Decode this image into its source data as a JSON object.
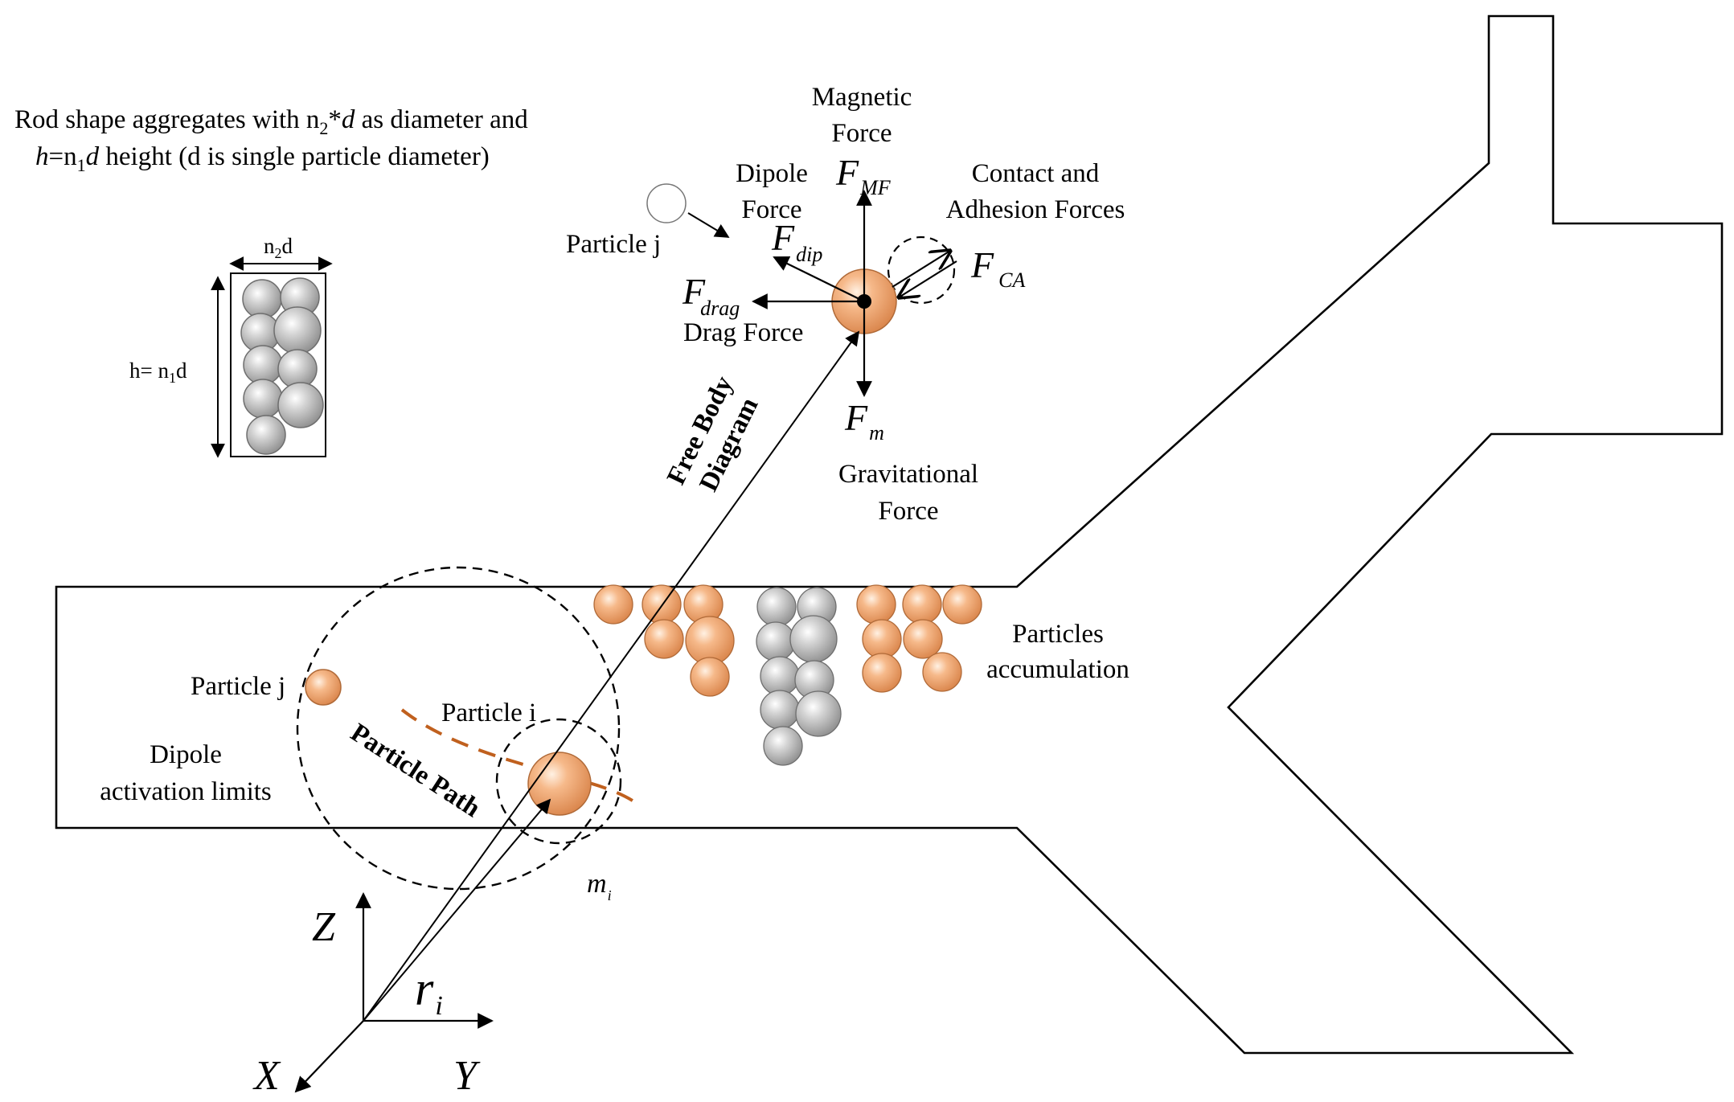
{
  "colors": {
    "particle_orange": "#f2a36b",
    "particle_grey": "#b9b9b9",
    "path_color": "#c0601e",
    "line": "#000000"
  },
  "aggregate": {
    "caption_line1_pre": "Rod shape aggregates with n",
    "caption_line1_sub": "2",
    "caption_line1_star": "*",
    "caption_line1_d": "d",
    "caption_line1_post": " as  diameter and",
    "caption_line2_h": "h",
    "caption_line2_eq": "=n",
    "caption_line2_sub": "1",
    "caption_line2_d": "d",
    "caption_line2_post": " height (d is single particle diameter)",
    "width_label_n": "n",
    "width_label_sub": "2",
    "width_label_d": "d",
    "height_label_pre": "h= n",
    "height_label_sub": "1",
    "height_label_d": "d"
  },
  "free_body": {
    "magnetic_force_line1": "Magnetic",
    "magnetic_force_line2": "Force",
    "f_mf_main": "F",
    "f_mf_sub": "MF",
    "dipole_force_line1": "Dipole",
    "dipole_force_line2": "Force",
    "f_dip_main": "F",
    "f_dip_sub": "dip",
    "contact_line1": "Contact and",
    "contact_line2": "Adhesion Forces",
    "f_ca_main": "F",
    "f_ca_sub": "CA",
    "particle_j_label": "Particle j",
    "f_drag_main": "F",
    "f_drag_sub": "drag",
    "drag_force_label": "Drag Force",
    "f_m_main": "F",
    "f_m_sub": "m",
    "gravitational_line1": "Gravitational",
    "gravitational_line2": "Force",
    "free_body_line1": "Free Body",
    "free_body_line2": "Diagram"
  },
  "channel": {
    "particle_j_label": "Particle j",
    "particle_i_label": "Particle i",
    "dipole_line1": "Dipole",
    "dipole_line2": "activation limits",
    "particle_path_label": "Particle Path",
    "m_main": "m",
    "m_sub": "i",
    "accumulation_line1": "Particles",
    "accumulation_line2": "accumulation"
  },
  "axes": {
    "z_label": "Z",
    "x_label": "X",
    "y_label": "Y",
    "r_main": "r",
    "r_sub": "i"
  }
}
